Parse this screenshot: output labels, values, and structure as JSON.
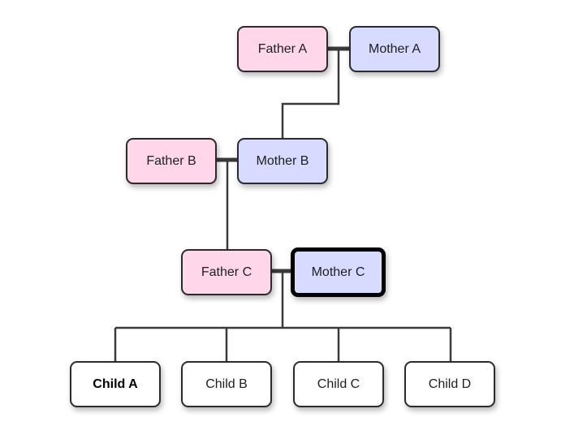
{
  "colors": {
    "father_fill": "#ffd6ea",
    "mother_fill": "#d6dbff",
    "child_fill": "#ffffff",
    "line": "#3a3a3a"
  },
  "tree": {
    "generation_1": {
      "father": "Father A",
      "mother": "Mother A"
    },
    "generation_2": {
      "father": "Father B",
      "mother": "Mother B"
    },
    "generation_3": {
      "father": "Father C",
      "mother": "Mother C",
      "selected": "mother"
    },
    "children": [
      "Child A",
      "Child B",
      "Child C",
      "Child D"
    ],
    "bold_child": "Child A"
  }
}
